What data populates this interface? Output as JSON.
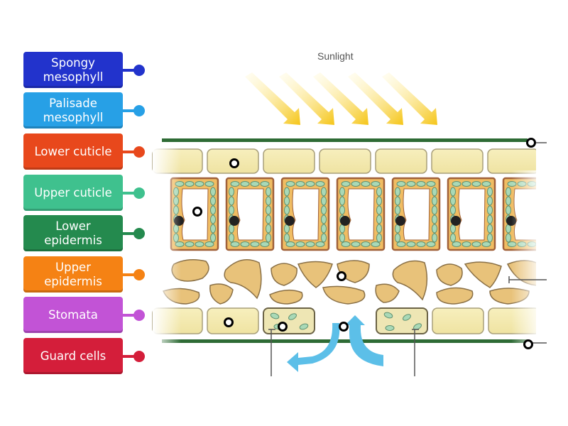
{
  "diagram": {
    "sunlight_label": "Sunlight"
  },
  "labels": [
    {
      "text": "Spongy\nmesophyll",
      "color": "#2233cc"
    },
    {
      "text": "Palisade\nmesophyll",
      "color": "#27a0e6"
    },
    {
      "text": "Lower cuticle",
      "color": "#e8481c"
    },
    {
      "text": "Upper cuticle",
      "color": "#3fc18e"
    },
    {
      "text": "Lower\nepidermis",
      "color": "#248a4e"
    },
    {
      "text": "Upper\nepidermis",
      "color": "#f58214"
    },
    {
      "text": "Stomata",
      "color": "#c253d6"
    },
    {
      "text": "Guard cells",
      "color": "#d41e3a"
    }
  ],
  "hotspot_count": 9
}
